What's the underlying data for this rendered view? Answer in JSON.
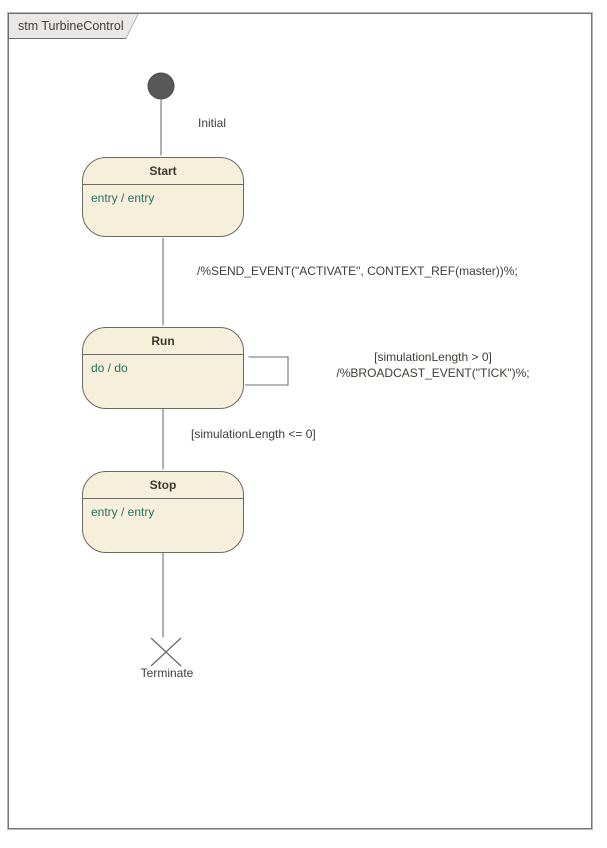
{
  "frame": {
    "title": "stm TurbineControl"
  },
  "nodes": {
    "initial": {
      "label": "Initial",
      "icon": "initial-pseudostate-filled-circle"
    },
    "start": {
      "title": "Start",
      "behaviors": "entry / entry"
    },
    "run": {
      "title": "Run",
      "behaviors": "do / do"
    },
    "stop": {
      "title": "Stop",
      "behaviors": "entry / entry"
    },
    "terminate": {
      "label": "Terminate",
      "icon": "terminate-x-cross"
    }
  },
  "transitions": {
    "start_to_run": {
      "effect": "/%SEND_EVENT(\"ACTIVATE\", CONTEXT_REF(master))%;"
    },
    "run_self": {
      "guard": "[simulationLength > 0]",
      "effect": "/%BROADCAST_EVENT(\"TICK\")%;"
    },
    "run_to_stop": {
      "guard": "[simulationLength <= 0]"
    }
  },
  "colors": {
    "state_fill": "#f5efdb",
    "state_border": "#6d6b60",
    "state_title_text": "#3c392e",
    "behavior_text": "#2e6f5c",
    "label_text": "#3e3d39",
    "edge_line": "#6f6f6f",
    "initial_node_fill": "#585858",
    "frame_border": "#767676",
    "tab_fill": "#e9e8e6"
  }
}
